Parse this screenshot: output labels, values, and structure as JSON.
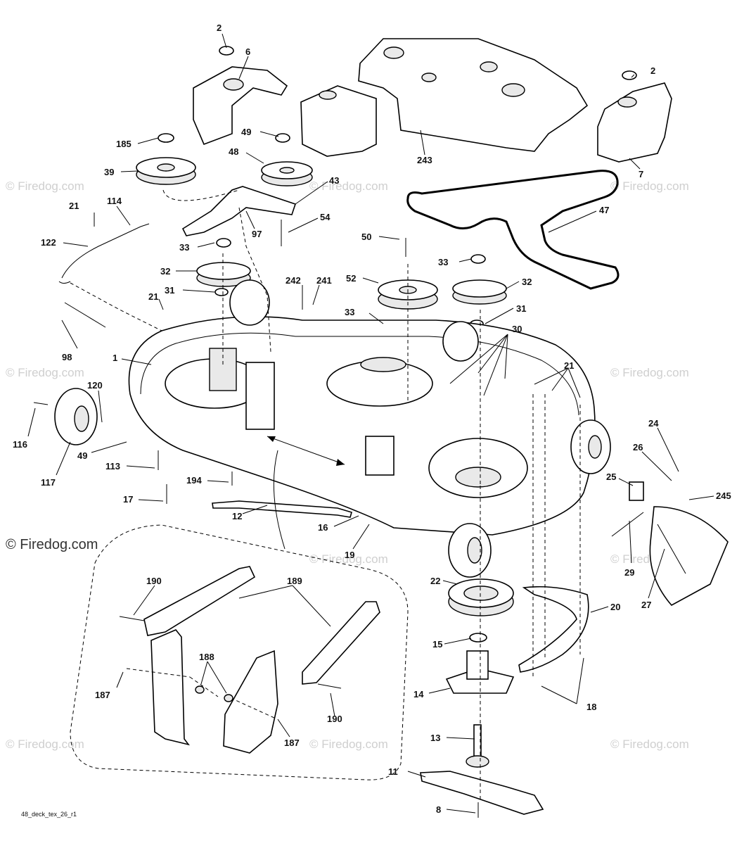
{
  "watermarks": {
    "brand": "© Firedog.com",
    "inset_brand": "© Firedog.com"
  },
  "diagram": {
    "code": "48_deck_tex_26_r1"
  },
  "labels": {
    "l2a": "2",
    "l6": "6",
    "l2b": "2",
    "l7": "7",
    "l243": "243",
    "l185": "185",
    "l49a": "49",
    "l39": "39",
    "l48": "48",
    "l43": "43",
    "l21a": "21",
    "l114": "114",
    "l122": "122",
    "l97": "97",
    "l54": "54",
    "l47": "47",
    "l50": "50",
    "l33a": "33",
    "l33b": "33",
    "l33c": "33",
    "l32a": "32",
    "l32b": "32",
    "l31a": "31",
    "l31b": "31",
    "l52": "52",
    "l21b": "21",
    "l242": "242",
    "l241": "241",
    "l30": "30",
    "l98": "98",
    "l1": "1",
    "l21c": "21",
    "l120": "120",
    "l116": "116",
    "l49b": "49",
    "l117": "117",
    "l113": "113",
    "l194": "194",
    "l17": "17",
    "l12": "12",
    "l16": "16",
    "l19": "19",
    "l24": "24",
    "l26": "26",
    "l25": "25",
    "l245": "245",
    "l29": "29",
    "l27": "27",
    "l22": "22",
    "l20": "20",
    "l15": "15",
    "l14": "14",
    "l18": "18",
    "l13": "13",
    "l11": "11",
    "l8": "8",
    "l190a": "190",
    "l189": "189",
    "l188": "188",
    "l187a": "187",
    "l190b": "190",
    "l187b": "187"
  }
}
